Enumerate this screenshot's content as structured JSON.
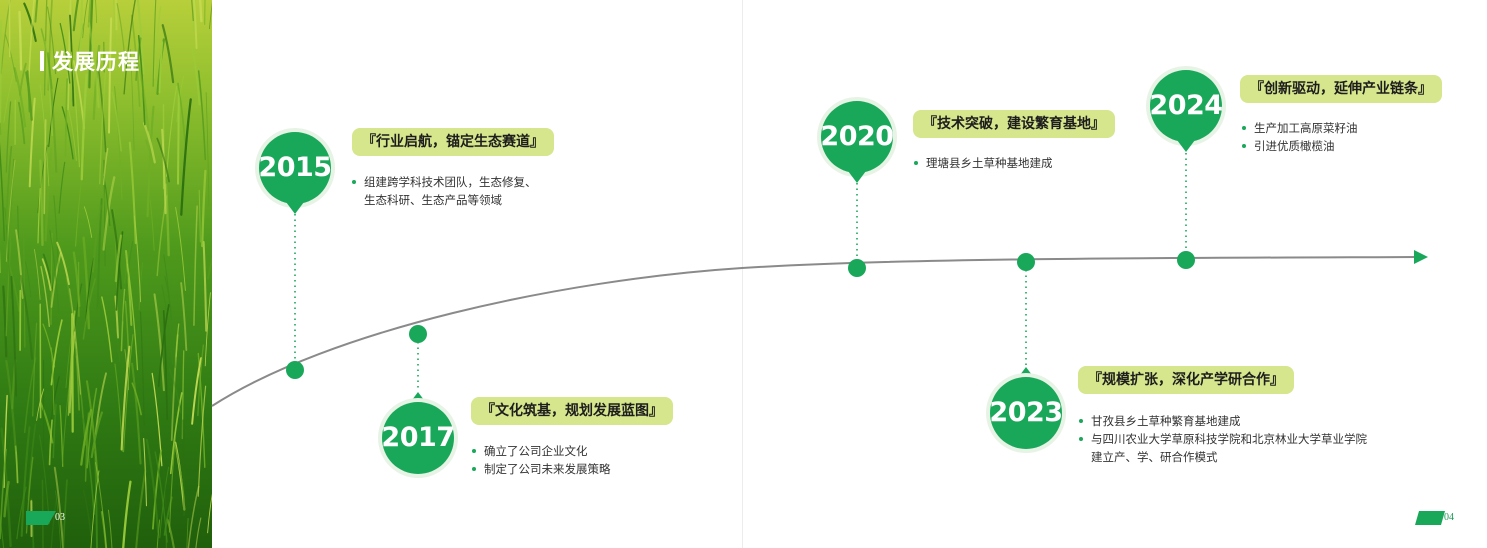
{
  "section": {
    "title": "发展历程"
  },
  "milestones": [
    {
      "year": "2015",
      "title": "『行业启航，锚定生态赛道』",
      "points": [
        "组建跨学科技术团队，生态修复、",
        "生态科研、生态产品等领域"
      ]
    },
    {
      "year": "2017",
      "title": "『文化筑基，规划发展蓝图』",
      "points": [
        "确立了公司企业文化",
        "制定了公司未来发展策略"
      ]
    },
    {
      "year": "2020",
      "title": "『技术突破，建设繁育基地』",
      "points": [
        "理塘县乡土草种基地建成"
      ]
    },
    {
      "year": "2023",
      "title": "『规模扩张，深化产学研合作』",
      "points": [
        "甘孜县乡土草种繁育基地建成",
        "与四川农业大学草原科技学院和北京林业大学草业学院",
        "建立产、学、研合作模式"
      ]
    },
    {
      "year": "2024",
      "title": "『创新驱动，延伸产业链条』",
      "points": [
        "生产加工高原菜籽油",
        "引进优质橄榄油"
      ]
    }
  ],
  "pages": {
    "left": "03",
    "right": "04"
  },
  "colors": {
    "accent": "#19a85a",
    "tag": "#d5e68c",
    "line": "#8a8a8a"
  }
}
